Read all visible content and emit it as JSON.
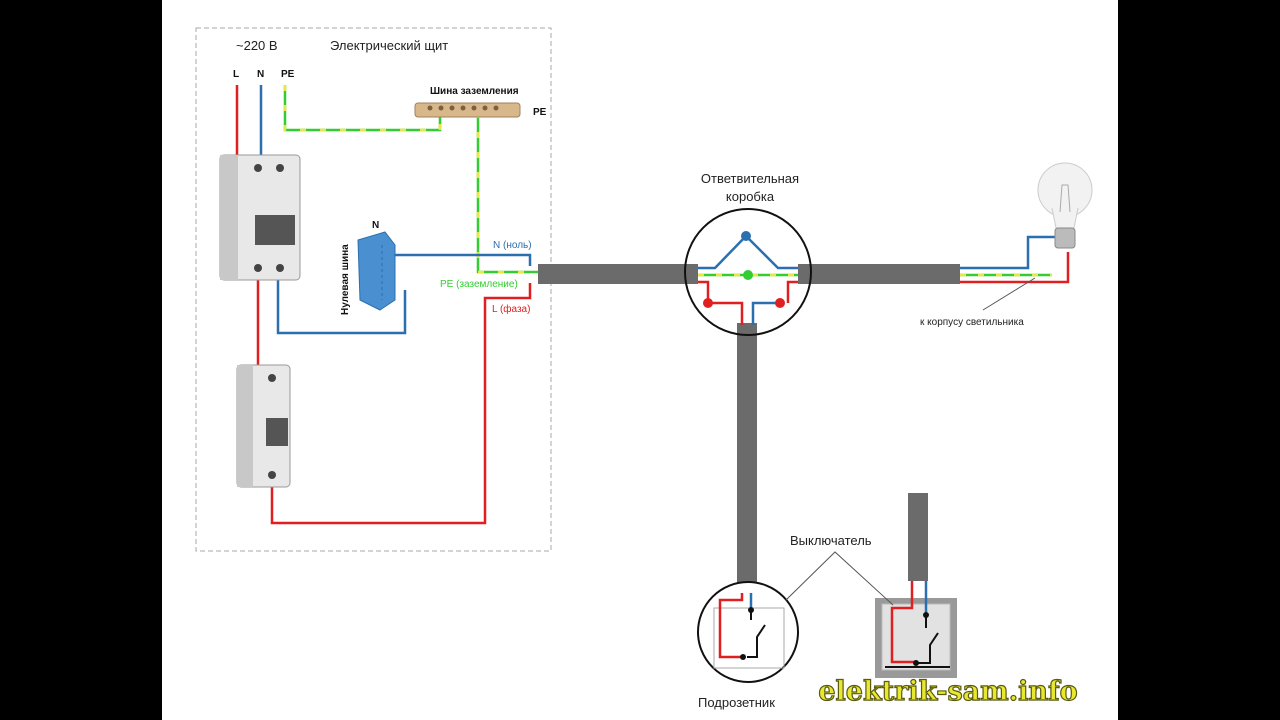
{
  "panel": {
    "title": "Электрический щит",
    "voltage": "~220 В",
    "wire_l": "L",
    "wire_n": "N",
    "wire_pe": "PE",
    "ground_bus": "Шина заземления",
    "ground_bus_pe": "PE",
    "neutral_bus": "Нулевая шина",
    "neutral_bus_n": "N",
    "out_n": "N (ноль)",
    "out_pe": "PE (заземление)",
    "out_l": "L (фаза)"
  },
  "junction_box": {
    "line1": "Ответвительная",
    "line2": "коробка"
  },
  "lamp": {
    "label": "к корпусу светильника"
  },
  "switch": {
    "label": "Выключатель",
    "socket_label": "Подрозетник"
  },
  "watermark": "elektrik-sam.info",
  "colors": {
    "phase": "#e02020",
    "neutral": "#2a6fb0",
    "ground_green": "#33cc33",
    "ground_yellow": "#e8e840",
    "cable": "#6b6b6b"
  }
}
